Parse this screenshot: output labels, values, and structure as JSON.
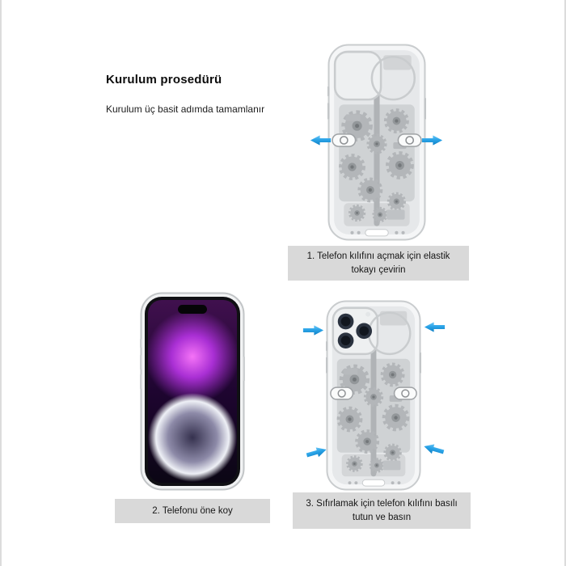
{
  "header": {
    "title": "Kurulum prosedürü",
    "subtitle": "Kurulum üç basit adımda tamamlanır"
  },
  "steps": {
    "step1": {
      "caption": "1. Telefon kılıfını açmak için elastik tokayı çevirin",
      "illustration": "gear-mechanism-case-back",
      "arrows": "outward-left-and-right"
    },
    "step2": {
      "caption": "2. Telefonu öne koy",
      "illustration": "phone-front-purple-wallpaper"
    },
    "step3": {
      "caption": "3. Sıfırlamak için telefon kılıfını basılı tutun ve basın",
      "illustration": "gear-mechanism-case-with-phone-installed",
      "arrows": "inward-four-corners"
    }
  },
  "colors": {
    "arrow_blue": "#2aa4e8",
    "caption_bg": "#d9d9d9"
  }
}
